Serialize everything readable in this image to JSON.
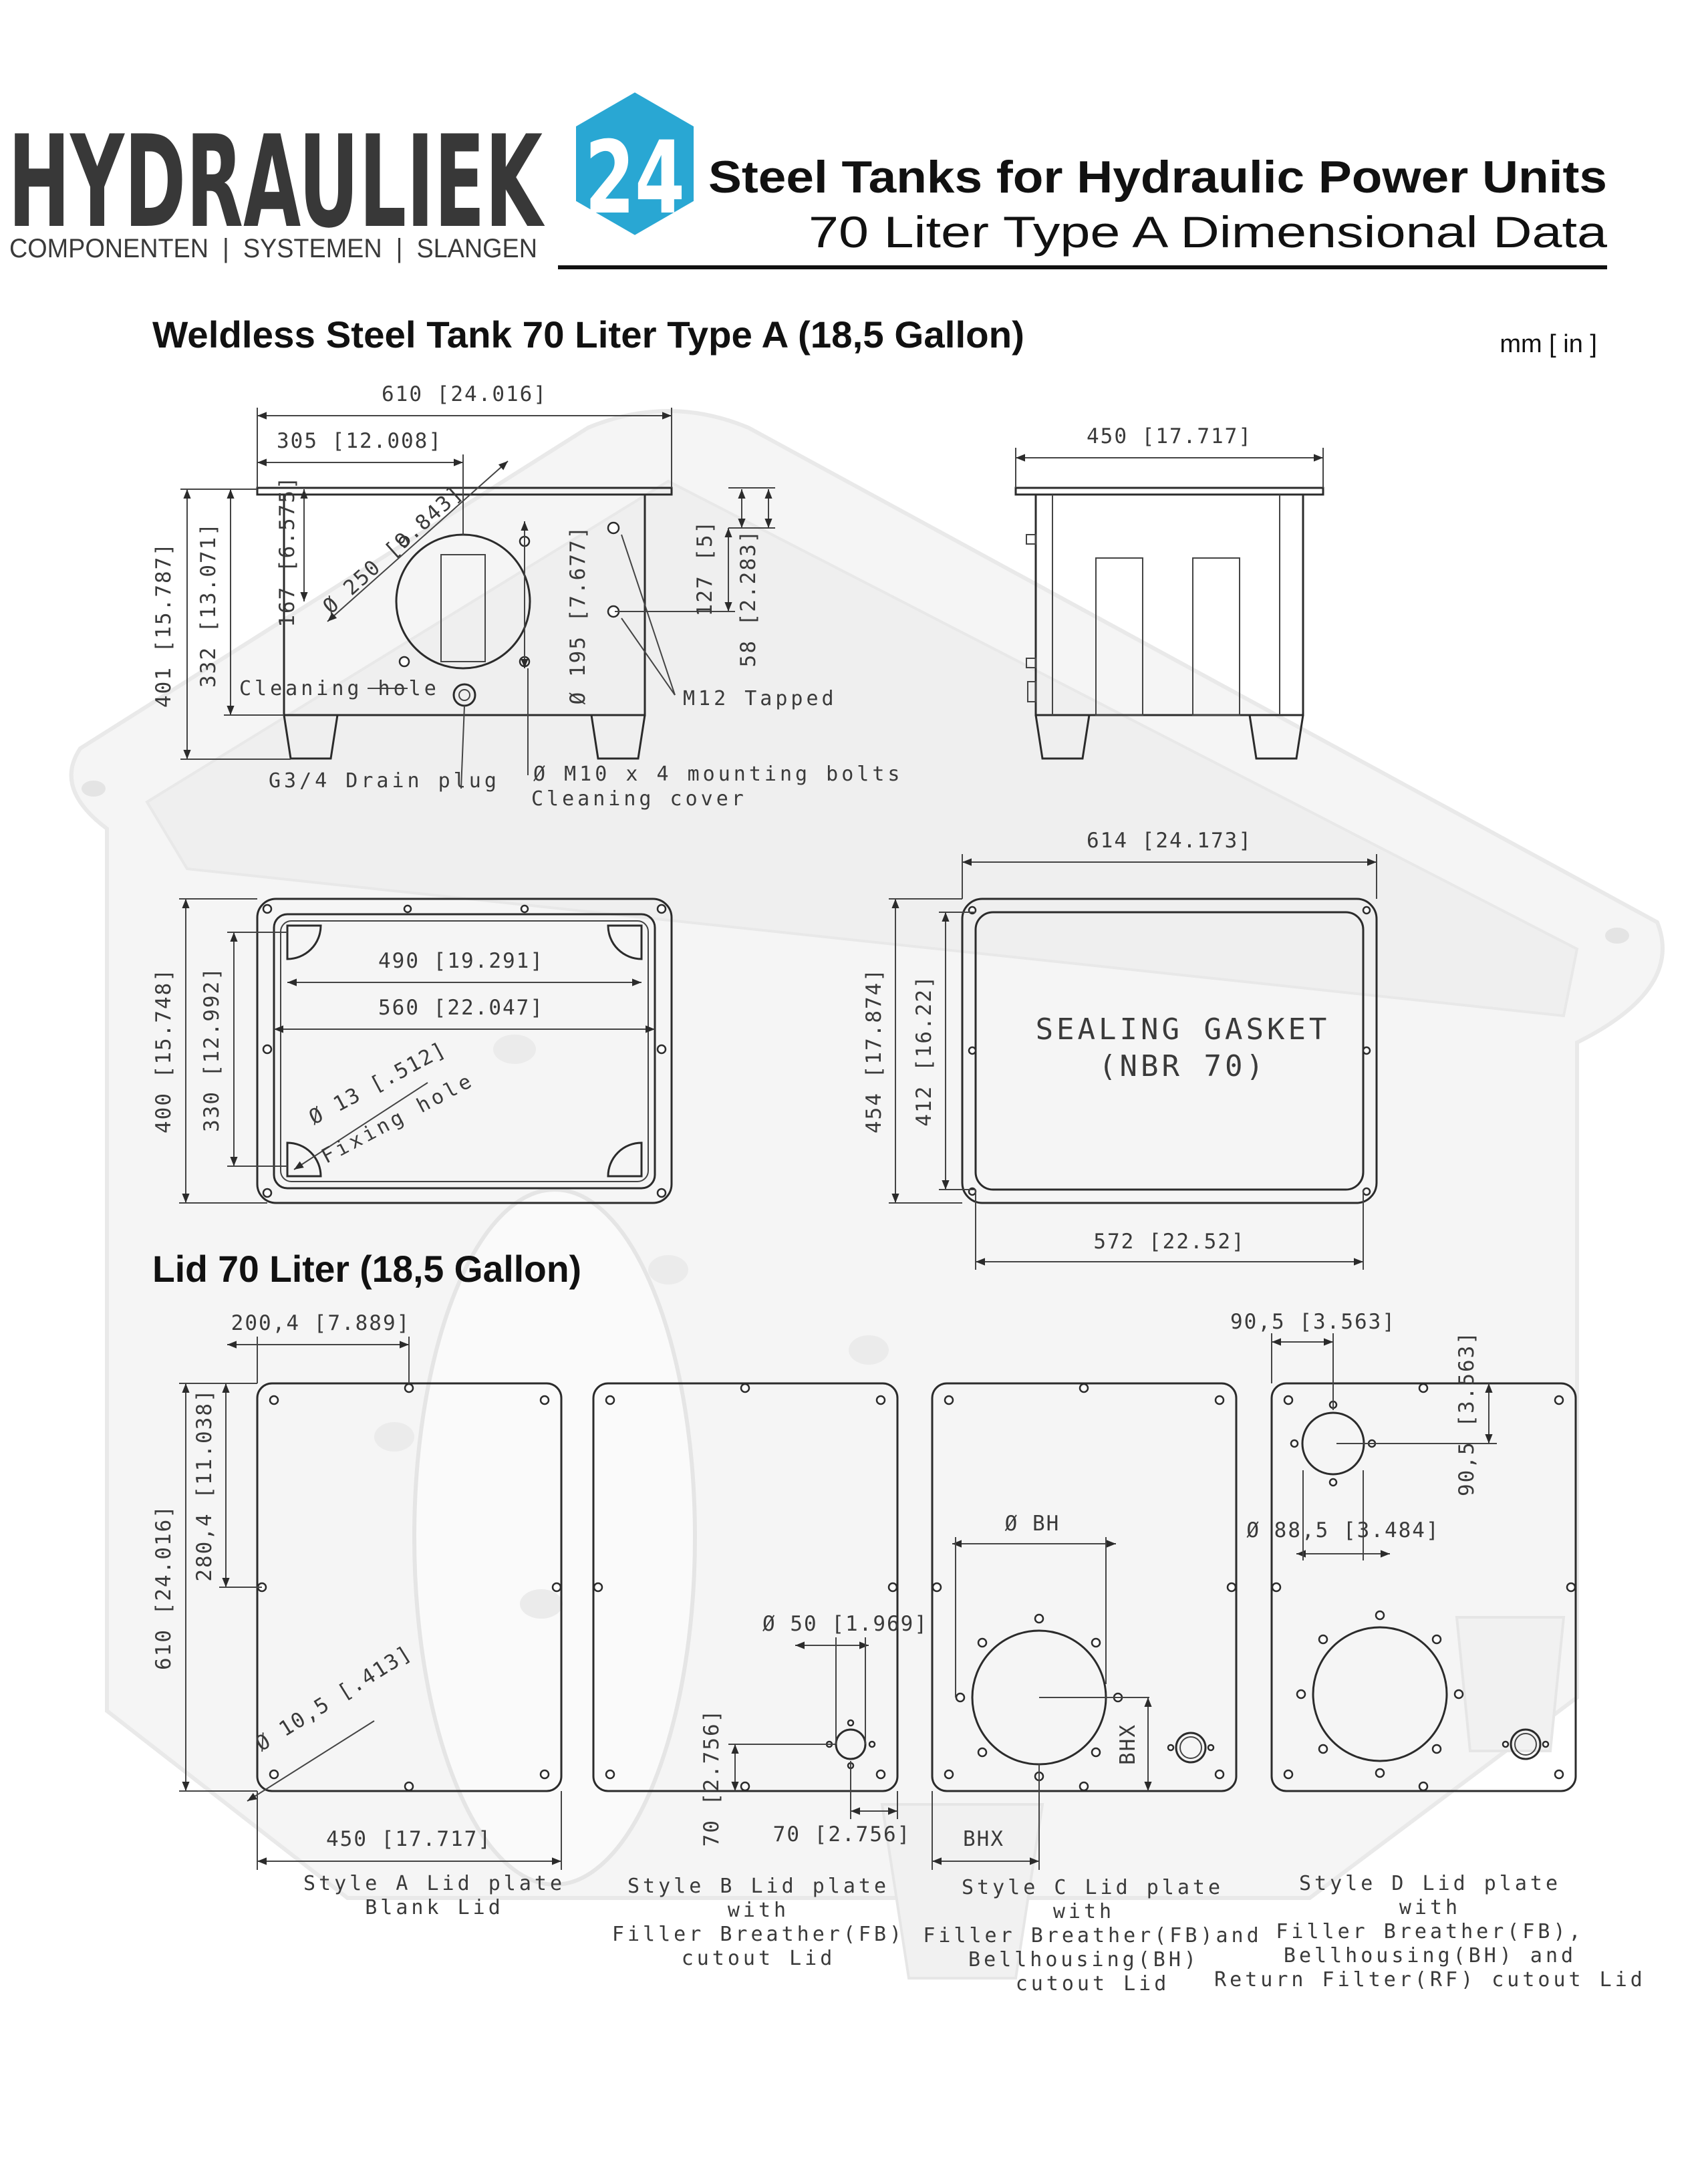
{
  "header": {
    "logo_word": "HYDRAULIEK",
    "logo_number": "24",
    "logo_tagline": "COMPONENTEN  |  SYSTEMEN  |  SLANGEN",
    "title": "Steel Tanks for Hydraulic Power Units",
    "subtitle": "70 Liter Type A Dimensional Data",
    "brand_color": "#29a7d3"
  },
  "section_tank": {
    "heading": "Weldless Steel Tank 70 Liter Type A (18,5 Gallon)",
    "units": "mm [ in ]"
  },
  "section_lid": {
    "heading": "Lid 70 Liter (18,5 Gallon)"
  },
  "front_view": {
    "dims": {
      "width": "610 [24.016]",
      "half_width": "305 [12.008]",
      "height_total": "401 [15.787]",
      "height_body": "332 [13.071]",
      "hole_center_height": "167 [6.575]",
      "cleaning_hole_dia": "Ø 250 [9.843]",
      "bolt_circle": "Ø 195 [7.677]",
      "tapped_offset": "127 [5]",
      "tapped_spacing": "58 [2.283]"
    },
    "notes": {
      "cleaning_hole": "Cleaning hole",
      "drain_plug": "G3/4 Drain plug",
      "m12": "M12 Tapped",
      "bolts": "Ø M10 x 4 mounting bolts",
      "cleaning_cover": "Cleaning cover"
    }
  },
  "side_view": {
    "dims": {
      "depth": "450 [17.717]"
    }
  },
  "top_view": {
    "dims": {
      "inner_width": "490 [19.291]",
      "outer_width": "560 [22.047]",
      "depth_outer": "400 [15.748]",
      "depth_inner": "330 [12.992]",
      "fixing_hole_dia": "Ø 13 [.512]"
    },
    "notes": {
      "fixing_hole": "Fixing hole"
    }
  },
  "gasket": {
    "dims": {
      "outer_width": "614 [24.173]",
      "inner_width": "572 [22.52]",
      "outer_depth": "454 [17.874]",
      "inner_depth": "412 [16.22]"
    },
    "label_line1": "SEALING GASKET",
    "label_line2": "(NBR 70)"
  },
  "lids": {
    "a": {
      "dims": {
        "hole_offset_x": "200,4 [7.889]",
        "hole_offset_y": "280,4 [11.038]",
        "length": "610 [24.016]",
        "hole_dia": "Ø 10,5 [.413]",
        "width": "450 [17.717]"
      },
      "caption_1": "Style A Lid plate",
      "caption_2": "Blank Lid"
    },
    "b": {
      "dims": {
        "fb_dia": "Ø 50 [1.969]",
        "fb_y": "70 [2.756]",
        "fb_x": "70 [2.756]"
      },
      "caption_1": "Style B Lid plate",
      "caption_2": "with",
      "caption_3": "Filler Breather(FB)",
      "caption_4": "cutout Lid"
    },
    "c": {
      "dims": {
        "bh_dia": "Ø BH",
        "bhx_vertical": "BHX",
        "bhx_horizontal": "BHX"
      },
      "caption_1": "Style C Lid plate",
      "caption_2": "with",
      "caption_3": "Filler Breather(FB)and",
      "caption_4": "Bellhousing(BH)",
      "caption_5": "cutout Lid"
    },
    "d": {
      "dims": {
        "rf_x": "90,5 [3.563]",
        "rf_y": "90,5 [3.563]",
        "rf_dia": "Ø 88,5 [3.484]"
      },
      "caption_1": "Style D Lid plate",
      "caption_2": "with",
      "caption_3": "Filler Breather(FB),",
      "caption_4": "Bellhousing(BH) and",
      "caption_5": "Return Filter(RF) cutout Lid"
    }
  }
}
